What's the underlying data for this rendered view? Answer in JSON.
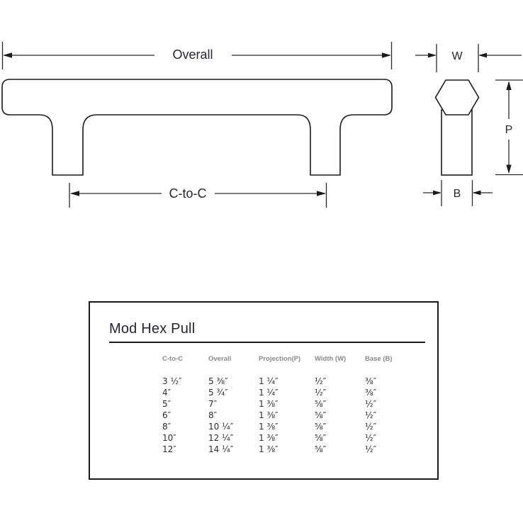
{
  "diagram": {
    "labels": {
      "overall": "Overall",
      "c_to_c": "C-to-C",
      "width": "W",
      "projection": "P",
      "base": "B"
    },
    "colors": {
      "line": "#1b1b1b",
      "text": "#262630",
      "header_gray": "#8b8b8b"
    }
  },
  "table": {
    "title": "Mod Hex Pull",
    "headers": [
      "C-to-C",
      "Overall",
      "Projection(P)",
      "Width (W)",
      "Base (B)"
    ],
    "rows": [
      [
        "3 ½″",
        "5 ⅜″",
        "1 ¼″",
        "½″",
        "⅜″"
      ],
      [
        "4″",
        "5 ¾″",
        "1 ¼″",
        "½″",
        "⅜″"
      ],
      [
        "5″",
        "7″",
        "1 ⅜″",
        "⅝″",
        "½″"
      ],
      [
        "6″",
        "8″",
        "1 ⅜″",
        "⅝″",
        "½″"
      ],
      [
        "8″",
        "10 ¼″",
        "1 ⅜″",
        "⅝″",
        "½″"
      ],
      [
        "10″",
        "12 ¼″",
        "1 ⅜″",
        "⅝″",
        "½″"
      ],
      [
        "12″",
        "14 ¼″",
        "1 ⅜″",
        "⅝″",
        "½″"
      ]
    ]
  }
}
